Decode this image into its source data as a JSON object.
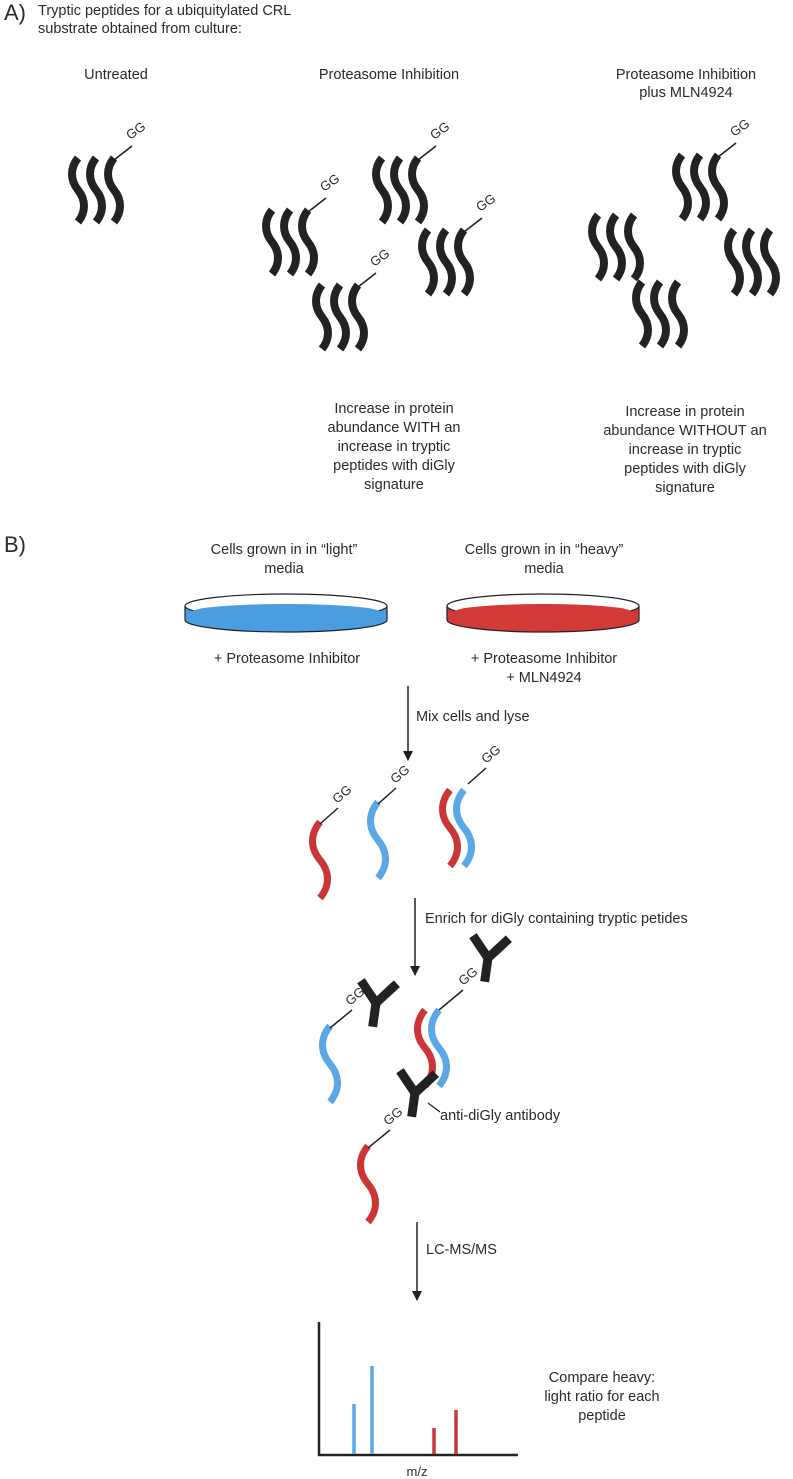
{
  "panel_a": {
    "letter": "A)",
    "intro_lines": [
      "Tryptic peptides for a ubiquitylated CRL",
      "substrate obtained from culture:"
    ],
    "columns": [
      {
        "title_lines": [
          "Untreated"
        ]
      },
      {
        "title_lines": [
          "Proteasome Inhibition"
        ]
      },
      {
        "title_lines": [
          "Proteasome Inhibition",
          "plus MLN4924"
        ]
      }
    ],
    "gg_tag": "GG",
    "caption_with": [
      "Increase in protein",
      "abundance WITH an",
      "increase in tryptic",
      "peptides with diGly",
      "signature"
    ],
    "caption_without": [
      "Increase in protein",
      "abundance WITHOUT an",
      "increase in tryptic",
      "peptides with diGly",
      "signature"
    ]
  },
  "panel_b": {
    "letter": "B)",
    "light_dish": {
      "label_lines": [
        "Cells grown in in “light”",
        "media"
      ],
      "treatment_lines": [
        "+ Proteasome Inhibitor"
      ]
    },
    "heavy_dish": {
      "label_lines": [
        "Cells grown in in “heavy”",
        "media"
      ],
      "treatment_lines": [
        "+ Proteasome Inhibitor",
        "+ MLN4924"
      ]
    },
    "step_mix": "Mix cells and lyse",
    "step_enrich": "Enrich for diGly containing tryptic petides",
    "antibody_label": "anti-diGly antibody",
    "step_lcms": "LC-MS/MS",
    "spectrum_xlabel": "m/z",
    "compare_lines": [
      "Compare heavy:",
      "light ratio for each",
      "peptide"
    ]
  },
  "colors": {
    "light": "#5aa9e6",
    "light_dish": "#4a9de0",
    "heavy": "#cc3535",
    "heavy_dish": "#d23a3a",
    "ink": "#222222"
  }
}
